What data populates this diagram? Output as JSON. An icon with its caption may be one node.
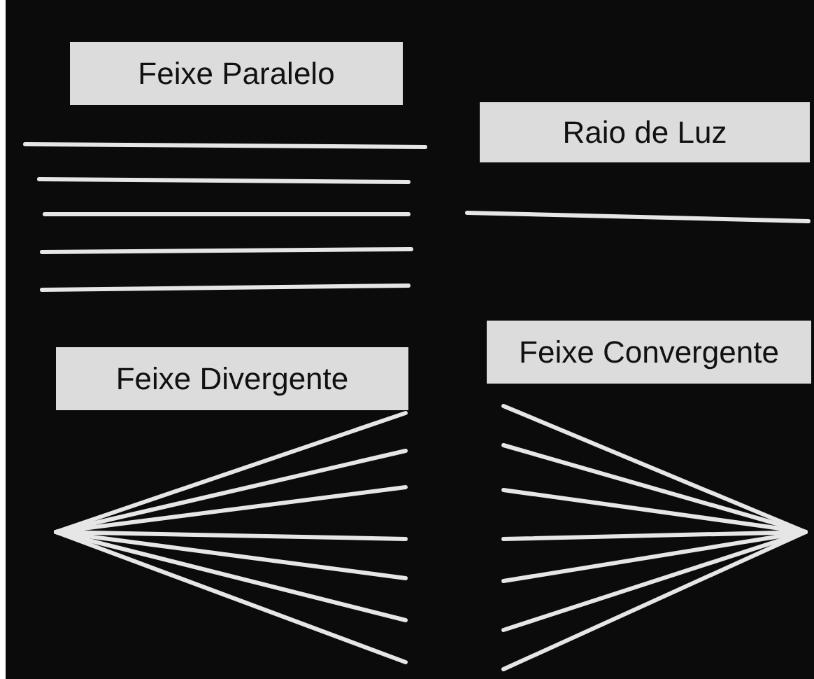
{
  "diagram": {
    "nodes": [
      {
        "text": [
          "Feixe Paralelo"
        ]
      },
      {
        "text": [
          "Raio de Luz"
        ]
      },
      {
        "text": [
          "Feixe Divergente"
        ]
      },
      {
        "text": [
          "Feixe Convergente"
        ]
      }
    ]
  }
}
